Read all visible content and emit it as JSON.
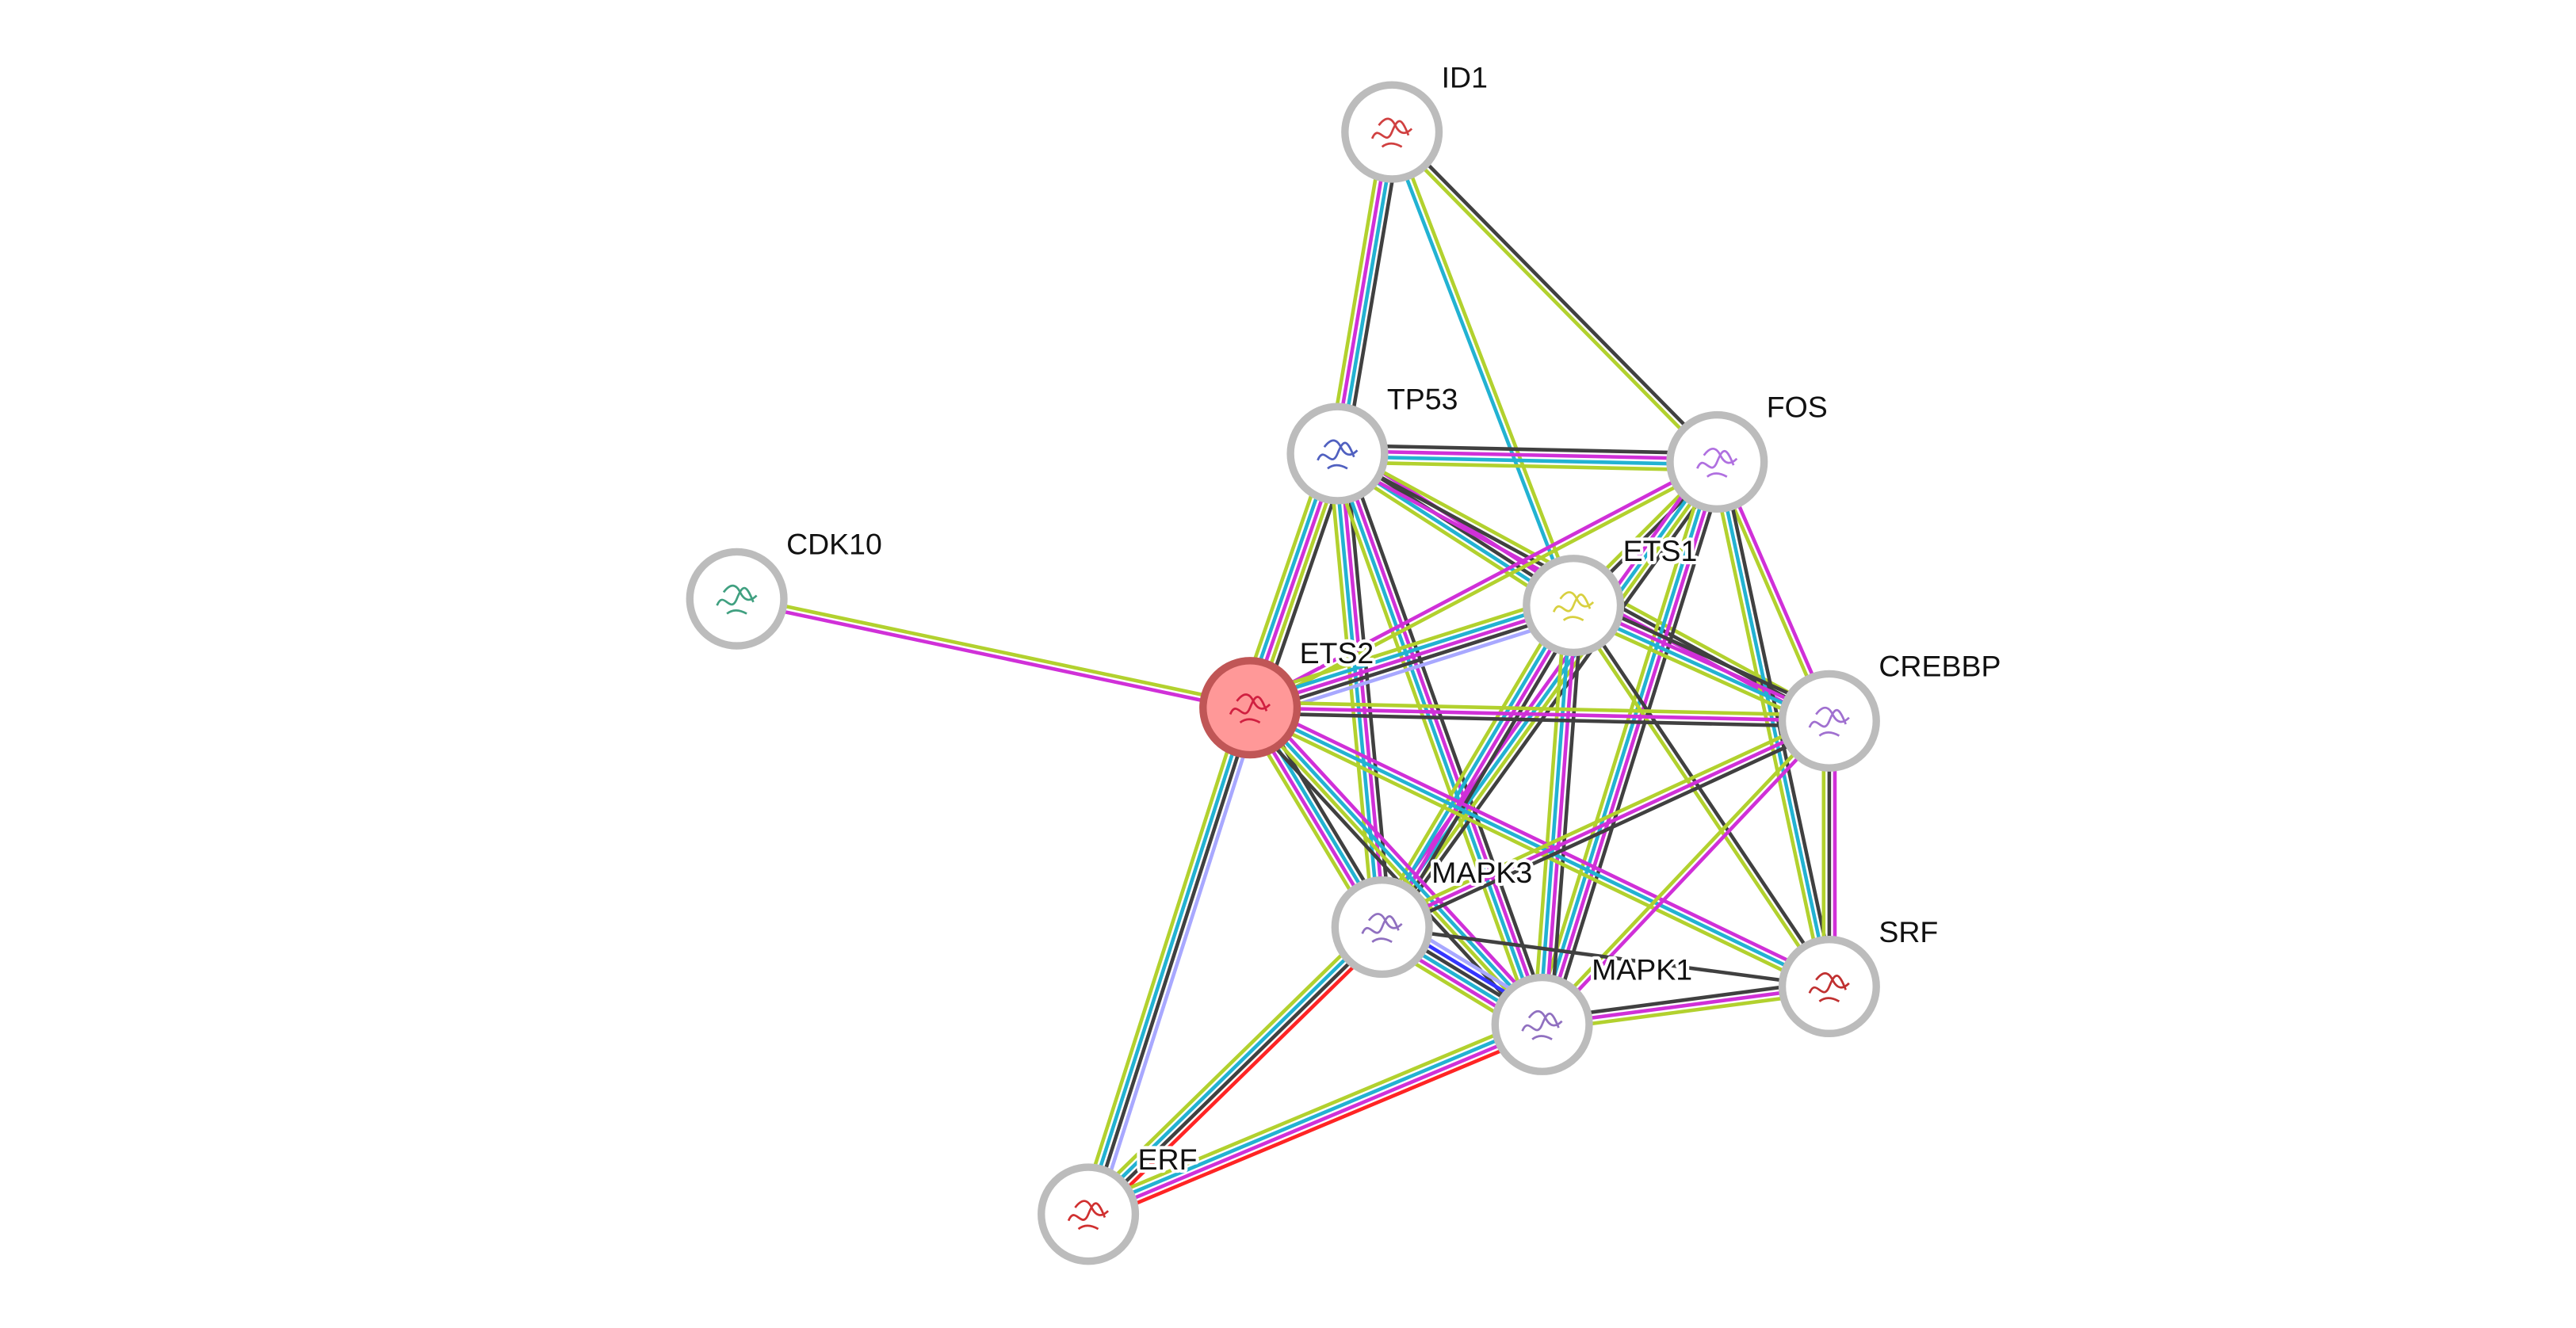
{
  "network": {
    "query_node": "ETS2",
    "nodes": [
      {
        "id": "ID1",
        "label": "ID1",
        "structure_color": "#d04040"
      },
      {
        "id": "TP53",
        "label": "TP53",
        "structure_color": "#5060c0"
      },
      {
        "id": "FOS",
        "label": "FOS",
        "structure_color": "#b070e0"
      },
      {
        "id": "CDK10",
        "label": "CDK10",
        "structure_color": "#40a080"
      },
      {
        "id": "ETS1",
        "label": "ETS1",
        "structure_color": "#d8d040"
      },
      {
        "id": "ETS2",
        "label": "ETS2",
        "structure_color": "#d02040"
      },
      {
        "id": "CREBBP",
        "label": "CREBBP",
        "structure_color": "#a070d0"
      },
      {
        "id": "MAPK3",
        "label": "MAPK3",
        "structure_color": "#9070c0"
      },
      {
        "id": "SRF",
        "label": "SRF",
        "structure_color": "#c03030"
      },
      {
        "id": "MAPK1",
        "label": "MAPK1",
        "structure_color": "#9070c0"
      },
      {
        "id": "ERF",
        "label": "ERF",
        "structure_color": "#d03030"
      }
    ],
    "evidence_colors": {
      "k": "#404040",
      "m": "#d030d8",
      "c": "#22b2d2",
      "l": "#b2d12e",
      "v": "#a8a8ff",
      "r": "#ff2424",
      "b": "#3535ff"
    },
    "edges": [
      {
        "a": "ID1",
        "b": "TP53",
        "e": "kcml"
      },
      {
        "a": "ID1",
        "b": "ETS1",
        "e": "lc"
      },
      {
        "a": "ID1",
        "b": "FOS",
        "e": "kl"
      },
      {
        "a": "TP53",
        "b": "FOS",
        "e": "kmcl"
      },
      {
        "a": "TP53",
        "b": "ETS1",
        "e": "mkcl"
      },
      {
        "a": "TP53",
        "b": "ETS2",
        "e": "klmcl"
      },
      {
        "a": "TP53",
        "b": "MAPK3",
        "e": "kmcl"
      },
      {
        "a": "TP53",
        "b": "MAPK1",
        "e": "kmcl"
      },
      {
        "a": "TP53",
        "b": "CREBBP",
        "e": "lkm"
      },
      {
        "a": "FOS",
        "b": "ETS2",
        "e": "lm"
      },
      {
        "a": "FOS",
        "b": "ETS1",
        "e": "kl"
      },
      {
        "a": "FOS",
        "b": "CREBBP",
        "e": "ml"
      },
      {
        "a": "FOS",
        "b": "SRF",
        "e": "kcl"
      },
      {
        "a": "FOS",
        "b": "MAPK3",
        "e": "klcm"
      },
      {
        "a": "FOS",
        "b": "MAPK1",
        "e": "kmcl"
      },
      {
        "a": "ETS1",
        "b": "ETS2",
        "e": "vkmcl"
      },
      {
        "a": "ETS1",
        "b": "CREBBP",
        "e": "kmcl"
      },
      {
        "a": "ETS1",
        "b": "MAPK3",
        "e": "kmcl"
      },
      {
        "a": "ETS1",
        "b": "MAPK1",
        "e": "kmcl"
      },
      {
        "a": "ETS1",
        "b": "SRF",
        "e": "kl"
      },
      {
        "a": "ETS2",
        "b": "CREBBP",
        "e": "lmk"
      },
      {
        "a": "ETS2",
        "b": "MAPK3",
        "e": "kcml"
      },
      {
        "a": "ETS2",
        "b": "MAPK1",
        "e": "mclk"
      },
      {
        "a": "ETS2",
        "b": "SRF",
        "e": "mcl"
      },
      {
        "a": "ETS2",
        "b": "ERF",
        "e": "vkcl"
      },
      {
        "a": "ETS2",
        "b": "CDK10",
        "e": "ml"
      },
      {
        "a": "CREBBP",
        "b": "SRF",
        "e": "mkl"
      },
      {
        "a": "CREBBP",
        "b": "MAPK3",
        "e": "kml"
      },
      {
        "a": "CREBBP",
        "b": "MAPK1",
        "e": "ml"
      },
      {
        "a": "MAPK3",
        "b": "MAPK1",
        "e": "vbkcml"
      },
      {
        "a": "MAPK3",
        "b": "SRF",
        "e": "k"
      },
      {
        "a": "MAPK1",
        "b": "SRF",
        "e": "kml"
      },
      {
        "a": "MAPK3",
        "b": "ERF",
        "e": "rkcl"
      },
      {
        "a": "MAPK1",
        "b": "ERF",
        "e": "rmcl"
      }
    ]
  }
}
